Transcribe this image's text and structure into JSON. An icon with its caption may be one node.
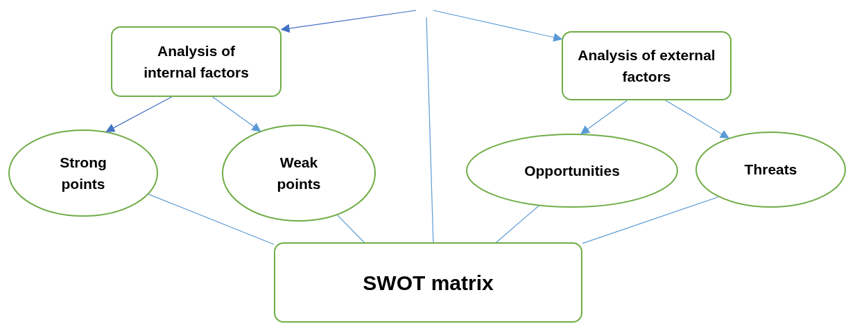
{
  "diagram": {
    "nodes": [
      {
        "text": [
          "Analysis of internal factors"
        ]
      },
      {
        "text": [
          "Analysis of external factors"
        ]
      },
      {
        "text": [
          "Strong points"
        ]
      },
      {
        "text": [
          "Weak points"
        ]
      },
      {
        "text": [
          "Opportunities"
        ]
      },
      {
        "text": [
          "Threats"
        ]
      },
      {
        "text": [
          "SWOT matrix"
        ]
      }
    ],
    "edges": [
      {
        "from": null,
        "to": 0,
        "arrow": "to",
        "color": "#4472c4"
      },
      {
        "from": null,
        "to": 1,
        "arrow": "to"
      },
      {
        "from": 0,
        "to": 2,
        "arrow": "to",
        "color": "#4472c4"
      },
      {
        "from": 0,
        "to": 3,
        "arrow": "to"
      },
      {
        "from": 1,
        "to": 4,
        "arrow": "to"
      },
      {
        "from": 1,
        "to": 5,
        "arrow": "to"
      },
      {
        "from": 2,
        "to": 6,
        "arrow": "none"
      },
      {
        "from": 3,
        "to": 6,
        "arrow": "none"
      },
      {
        "from": 4,
        "to": 6,
        "arrow": "none"
      },
      {
        "from": 5,
        "to": 6,
        "arrow": "none"
      },
      {
        "from": null,
        "to": 6,
        "arrow": "none"
      }
    ]
  }
}
